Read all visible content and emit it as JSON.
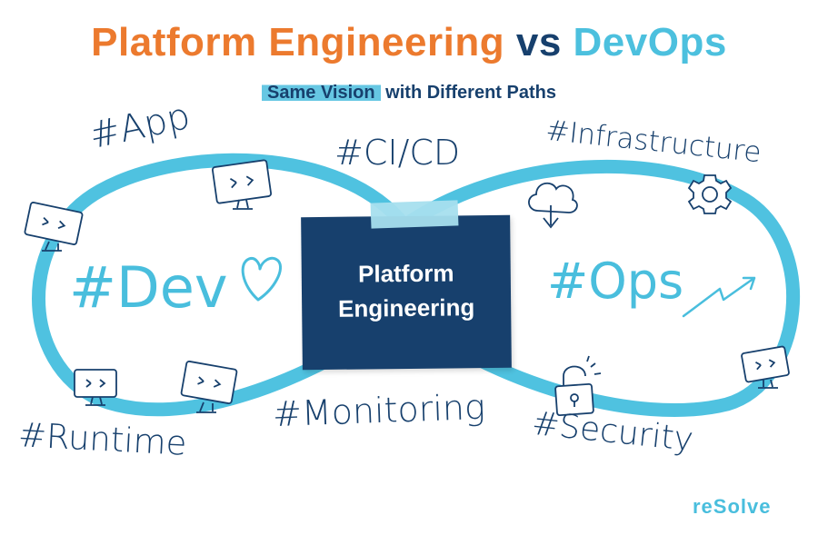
{
  "title": {
    "part1": "Platform Engineering",
    "part2": "vs",
    "part3": "DevOps"
  },
  "subtitle": {
    "highlight": "Same Vision",
    "rest": "with Different Paths"
  },
  "center_card": {
    "line1": "Platform",
    "line2": "Engineering"
  },
  "labels": {
    "dev": "#Dev",
    "ops": "#Ops",
    "app": "#App",
    "cicd": "#CI/CD",
    "infrastructure": "#Infrastructure",
    "runtime": "#Runtime",
    "monitoring": "#Monitoring",
    "security": "#Security"
  },
  "logo": "reSolve",
  "colors": {
    "orange": "#EC7A2E",
    "navy": "#17406D",
    "cyan": "#4CC0DE",
    "loop": "#4FC2E0"
  },
  "icons": [
    "monitor-code-icon",
    "heart-icon",
    "cloud-download-icon",
    "gear-icon",
    "trend-arrow-icon",
    "padlock-icon"
  ]
}
